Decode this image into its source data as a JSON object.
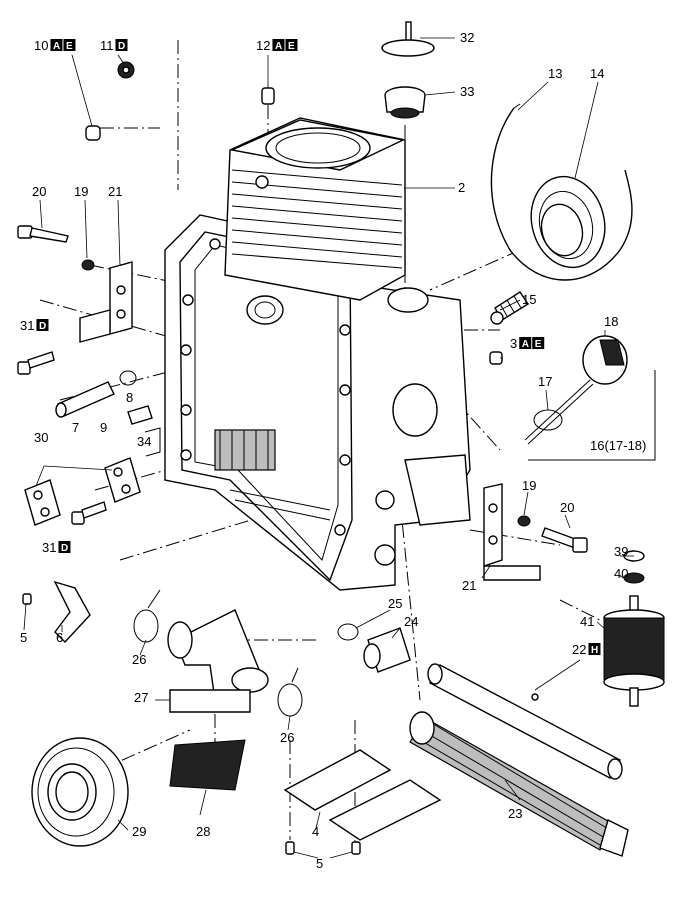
{
  "colors": {
    "ink": "#000000",
    "paper": "#ffffff",
    "shade": "#bdbdbd"
  },
  "callouts": [
    {
      "id": "c10",
      "number": "10",
      "badges": [
        "A",
        "E"
      ]
    },
    {
      "id": "c11",
      "number": "11",
      "badges": [
        "D"
      ]
    },
    {
      "id": "c12",
      "number": "12",
      "badges": [
        "A",
        "E"
      ]
    },
    {
      "id": "c32",
      "number": "32",
      "badges": []
    },
    {
      "id": "c33",
      "number": "33",
      "badges": []
    },
    {
      "id": "c13",
      "number": "13",
      "badges": []
    },
    {
      "id": "c14",
      "number": "14",
      "badges": []
    },
    {
      "id": "c2",
      "number": "2",
      "badges": []
    },
    {
      "id": "c20a",
      "number": "20",
      "badges": []
    },
    {
      "id": "c19a",
      "number": "19",
      "badges": []
    },
    {
      "id": "c21a",
      "number": "21",
      "badges": []
    },
    {
      "id": "c31a",
      "number": "31",
      "badges": [
        "D"
      ]
    },
    {
      "id": "c8",
      "number": "8",
      "badges": []
    },
    {
      "id": "c15",
      "number": "15",
      "badges": []
    },
    {
      "id": "c18",
      "number": "18",
      "badges": []
    },
    {
      "id": "c3",
      "number": "3",
      "badges": [
        "A",
        "E"
      ]
    },
    {
      "id": "c17",
      "number": "17",
      "badges": []
    },
    {
      "id": "c7",
      "number": "7",
      "badges": []
    },
    {
      "id": "c9",
      "number": "9",
      "badges": []
    },
    {
      "id": "c34",
      "number": "34",
      "badges": []
    },
    {
      "id": "c16",
      "number": "16(17-18)",
      "badges": []
    },
    {
      "id": "c30",
      "number": "30",
      "badges": []
    },
    {
      "id": "c31b",
      "number": "31",
      "badges": [
        "D"
      ]
    },
    {
      "id": "c19b",
      "number": "19",
      "badges": []
    },
    {
      "id": "c20b",
      "number": "20",
      "badges": []
    },
    {
      "id": "c39",
      "number": "39",
      "badges": []
    },
    {
      "id": "c40",
      "number": "40",
      "badges": []
    },
    {
      "id": "c21b",
      "number": "21",
      "badges": []
    },
    {
      "id": "c5a",
      "number": "5",
      "badges": []
    },
    {
      "id": "c6",
      "number": "6",
      "badges": []
    },
    {
      "id": "c25",
      "number": "25",
      "badges": []
    },
    {
      "id": "c24",
      "number": "24",
      "badges": []
    },
    {
      "id": "c22",
      "number": "22",
      "badges": [
        "H"
      ]
    },
    {
      "id": "c41",
      "number": "41",
      "badges": []
    },
    {
      "id": "c26a",
      "number": "26",
      "badges": []
    },
    {
      "id": "c27",
      "number": "27",
      "badges": []
    },
    {
      "id": "c26b",
      "number": "26",
      "badges": []
    },
    {
      "id": "c23",
      "number": "23",
      "badges": []
    },
    {
      "id": "c29",
      "number": "29",
      "badges": []
    },
    {
      "id": "c28",
      "number": "28",
      "badges": []
    },
    {
      "id": "c4",
      "number": "4",
      "badges": []
    },
    {
      "id": "c5b",
      "number": "5",
      "badges": []
    }
  ]
}
